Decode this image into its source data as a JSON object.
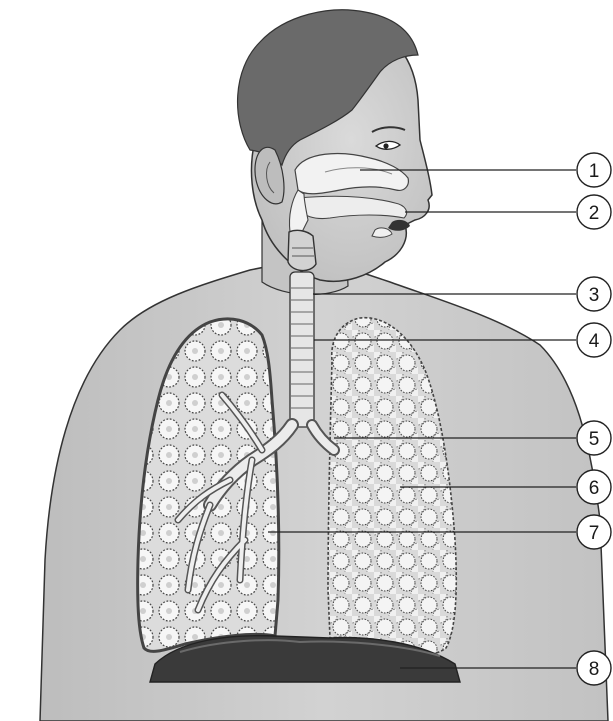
{
  "diagram": {
    "callouts": [
      {
        "number": "1"
      },
      {
        "number": "2"
      },
      {
        "number": "3"
      },
      {
        "number": "4"
      },
      {
        "number": "5"
      },
      {
        "number": "6"
      },
      {
        "number": "7"
      },
      {
        "number": "8"
      }
    ]
  },
  "colors": {
    "hair": "#6a6a6a",
    "skin": "#c9c9c9",
    "skin_shade": "#b8b8b8",
    "airway": "#f2f2f2",
    "lung_fill": "#dcdcdc",
    "alveoli": "#f4f4f4",
    "pleura": "#555555",
    "diaphragm": "#3a3a3a",
    "outline": "#222222"
  }
}
